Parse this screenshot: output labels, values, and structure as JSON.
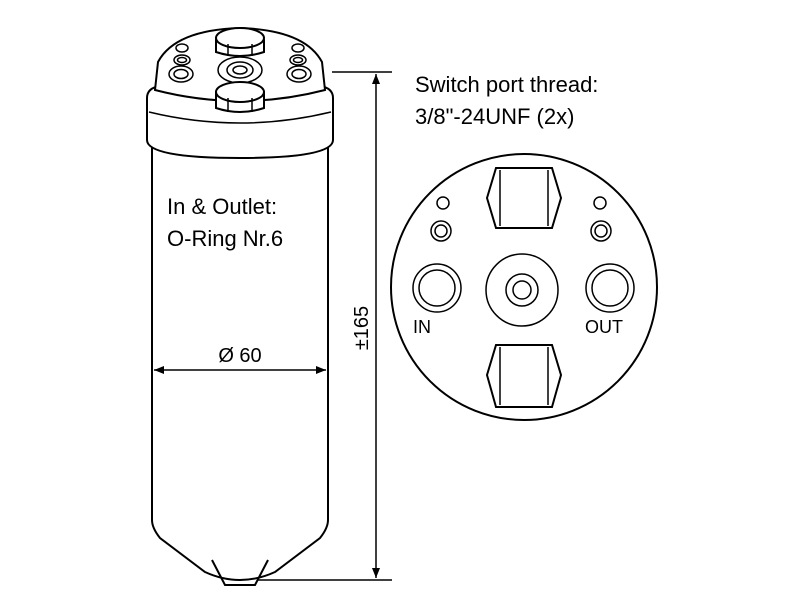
{
  "labels": {
    "outlet_line1": "In & Outlet:",
    "outlet_line2": "O-Ring Nr.6",
    "diameter": "Ø 60",
    "height": "±165",
    "thread_line1": "Switch port thread:",
    "thread_line2": "3/8\"-24UNF (2x)",
    "port_in": "IN",
    "port_out": "OUT"
  },
  "colors": {
    "stroke": "#000000",
    "background": "#ffffff"
  }
}
